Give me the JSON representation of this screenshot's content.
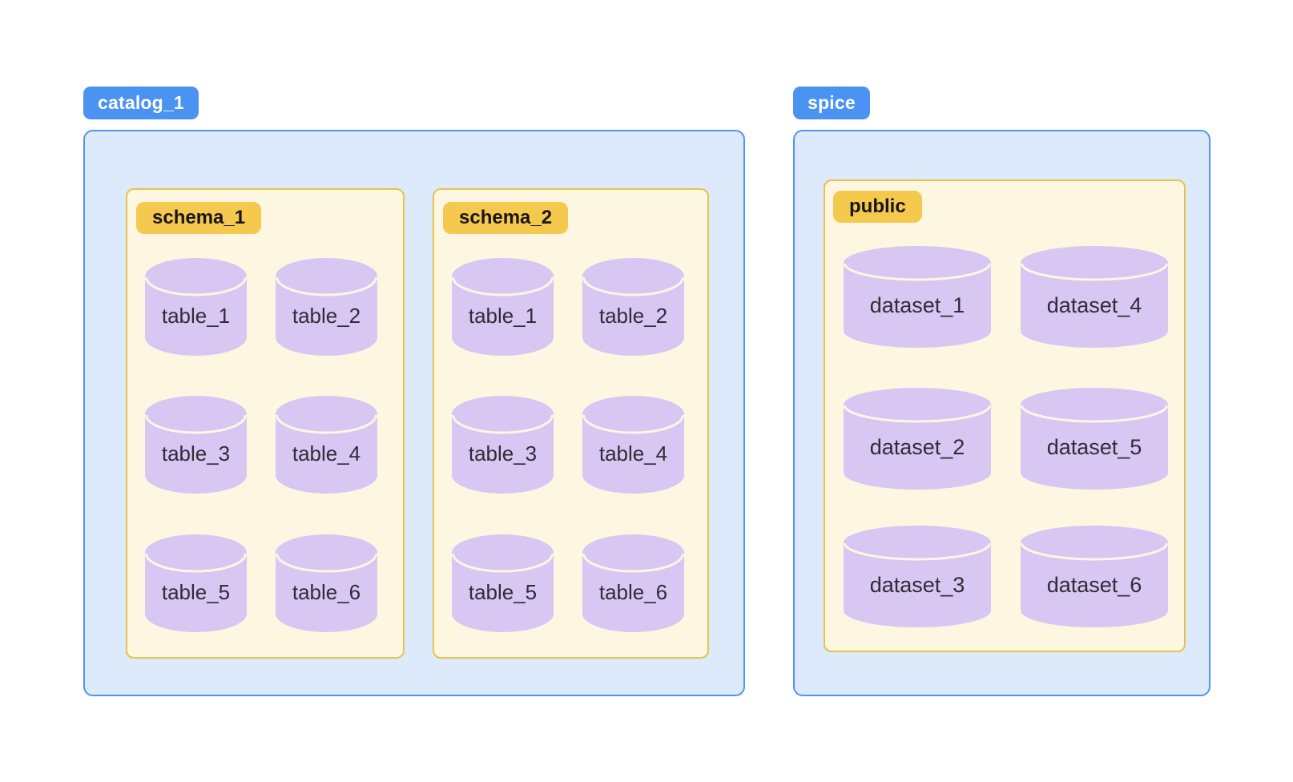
{
  "diagram": {
    "groups": [
      {
        "badge": "catalog_1",
        "schemas": [
          {
            "badge": "schema_1",
            "items": [
              "table_1",
              "table_2",
              "table_3",
              "table_4",
              "table_5",
              "table_6"
            ]
          },
          {
            "badge": "schema_2",
            "items": [
              "table_1",
              "table_2",
              "table_3",
              "table_4",
              "table_5",
              "table_6"
            ]
          }
        ]
      },
      {
        "badge": "spice",
        "schemas": [
          {
            "badge": "public",
            "items": [
              "dataset_1",
              "dataset_4",
              "dataset_2",
              "dataset_5",
              "dataset_3",
              "dataset_6"
            ]
          }
        ]
      }
    ],
    "colors": {
      "group_badge_bg": "#4a93f2",
      "group_badge_text": "#ffffff",
      "group_container_bg": "#dceafb",
      "group_container_border": "#4f94f0",
      "schema_badge_bg": "#f5c84e",
      "schema_badge_text": "#17161c",
      "schema_container_bg": "#fdf7e2",
      "schema_container_border": "#e9c24a",
      "cylinder_fill": "#d8c6f3",
      "cylinder_seam": "#fdf6e2",
      "label_text": "#2e2d36"
    }
  }
}
